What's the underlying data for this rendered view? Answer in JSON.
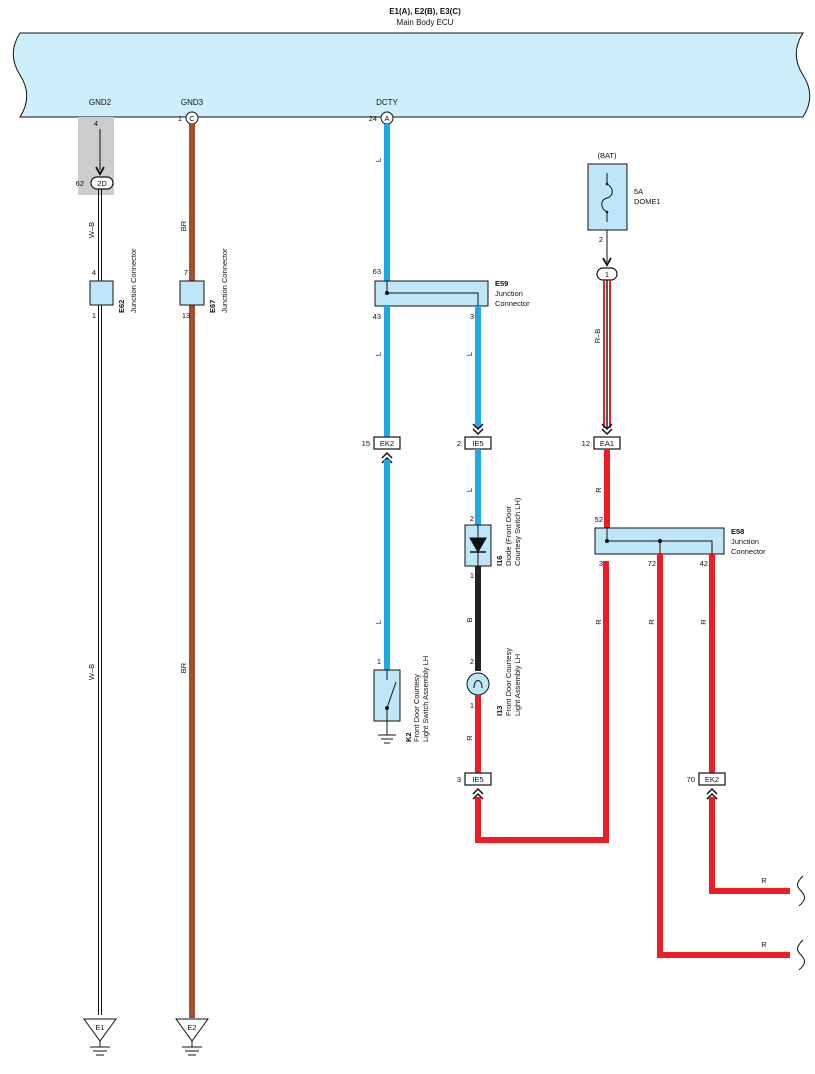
{
  "ecu": {
    "title": "E1(A), E2(B), E3(C)",
    "subtitle": "Main Body ECU",
    "terminals": {
      "gnd2": {
        "name": "GND2",
        "pin": "4"
      },
      "gnd3": {
        "name": "GND3",
        "pin": "1",
        "connector": "C"
      },
      "dcty": {
        "name": "DCTY",
        "pin": "24",
        "connector": "A"
      }
    }
  },
  "colors": {
    "ecu_fill": "#cdeefa",
    "comp_fill": "#bfe6f8",
    "wire_blue": "#1eaae6",
    "wire_brown": "#a0502d",
    "wire_red": "#ee1c24",
    "wire_black": "#222222",
    "shade": "#cccccc"
  },
  "wires": {
    "w_b": "W–B",
    "br": "BR",
    "l": "L",
    "b": "B",
    "r": "R",
    "r_b": "R–B"
  },
  "inline_2d": {
    "id": "2D",
    "pin": "62"
  },
  "e62": {
    "id": "E62",
    "desc": "Junction Connector",
    "pin_top": "4",
    "pin_bottom": "1"
  },
  "e67": {
    "id": "E67",
    "desc": "Junction Connector",
    "pin_top": "7",
    "pin_bottom": "13"
  },
  "e59": {
    "id": "E59",
    "desc1": "Junction",
    "desc2": "Connector",
    "pin_in": "63",
    "pin_left": "43",
    "pin_right": "3"
  },
  "ek2_left": {
    "id": "EK2",
    "pin": "15"
  },
  "ie5_upper": {
    "id": "IE5",
    "pin": "2"
  },
  "i16": {
    "id": "I16",
    "desc1": "Diode (Front Door",
    "desc2": "Courtesy Switch LH)",
    "pin_top": "2",
    "pin_bottom": "1"
  },
  "i13": {
    "id": "I13",
    "desc1": "Front Door Courtesy",
    "desc2": "Light Assembly LH",
    "pin_top": "2",
    "pin_bottom": "1"
  },
  "k2": {
    "id": "K2",
    "desc1": "Front Door Courtesy",
    "desc2": "Light Switch Assembly LH",
    "pin": "1"
  },
  "ie5_lower": {
    "id": "IE5",
    "pin": "3"
  },
  "fuse": {
    "source": "(BAT)",
    "rating": "5A",
    "name": "DOME1",
    "pin": "2"
  },
  "conn_1": {
    "id": "1"
  },
  "ea1": {
    "id": "EA1",
    "pin": "12"
  },
  "e58": {
    "id": "E58",
    "desc1": "Junction",
    "desc2": "Connector",
    "pin_in": "52",
    "pin_a": "3",
    "pin_b": "72",
    "pin_c": "42"
  },
  "ek2_right": {
    "id": "EK2",
    "pin": "70"
  },
  "grounds": {
    "e1": "E1",
    "e2": "E2"
  }
}
